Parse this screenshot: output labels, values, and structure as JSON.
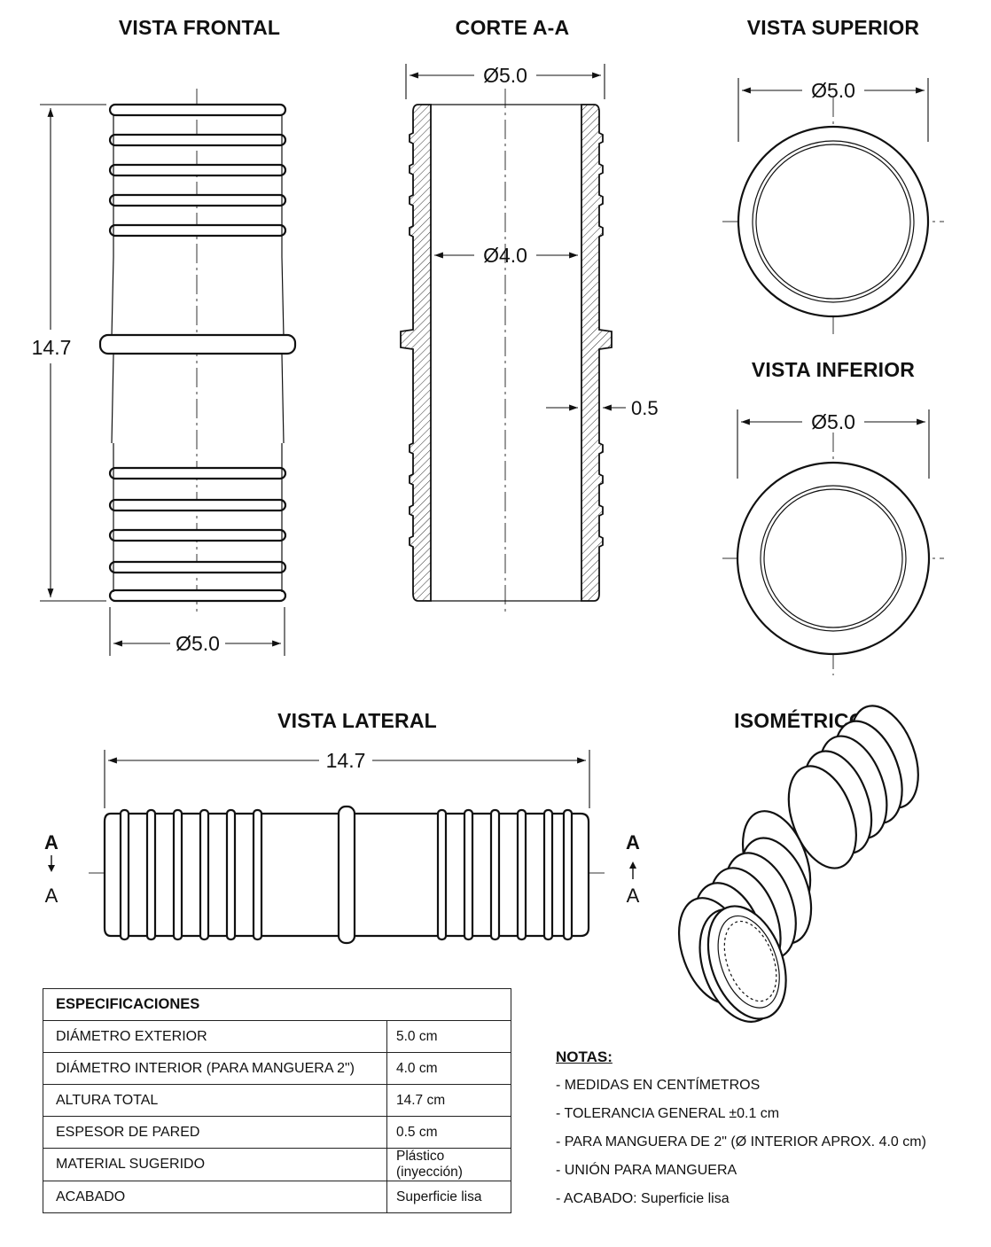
{
  "views": {
    "front": "VISTA FRONTAL",
    "section": "CORTE A-A",
    "top": "VISTA SUPERIOR",
    "bottom": "VISTA INFERIOR",
    "side": "VISTA LATERAL",
    "iso": "ISOMÉTRICO"
  },
  "dimensions": {
    "front_height": "14.7",
    "front_diameter": "Ø5.0",
    "section_outer": "Ø5.0",
    "section_inner": "Ø4.0",
    "section_wall": "0.5",
    "top_diameter": "Ø5.0",
    "bottom_diameter": "Ø5.0",
    "side_length": "14.7"
  },
  "section_markers": {
    "left_top": "A",
    "left_bottom": "A",
    "right_top": "A",
    "right_bottom": "A"
  },
  "specs": {
    "title": "ESPECIFICACIONES",
    "rows": [
      {
        "label": "DIÁMETRO EXTERIOR",
        "value": "5.0 cm"
      },
      {
        "label": "DIÁMETRO INTERIOR (PARA MANGUERA 2\")",
        "value": "4.0 cm"
      },
      {
        "label": "ALTURA TOTAL",
        "value": "14.7 cm"
      },
      {
        "label": "ESPESOR DE PARED",
        "value": "0.5 cm"
      },
      {
        "label": "MATERIAL SUGERIDO",
        "value": "Plástico (inyección)"
      },
      {
        "label": "ACABADO",
        "value": "Superficie lisa"
      }
    ]
  },
  "notes": {
    "title": "NOTAS:",
    "items": [
      "-  MEDIDAS EN CENTÍMETROS",
      "-  TOLERANCIA GENERAL ±0.1 cm",
      "-  PARA MANGUERA DE 2\" (Ø INTERIOR APROX. 4.0 cm)",
      "-  UNIÓN PARA MANGUERA",
      "- ACABADO: Superficie lisa"
    ]
  }
}
